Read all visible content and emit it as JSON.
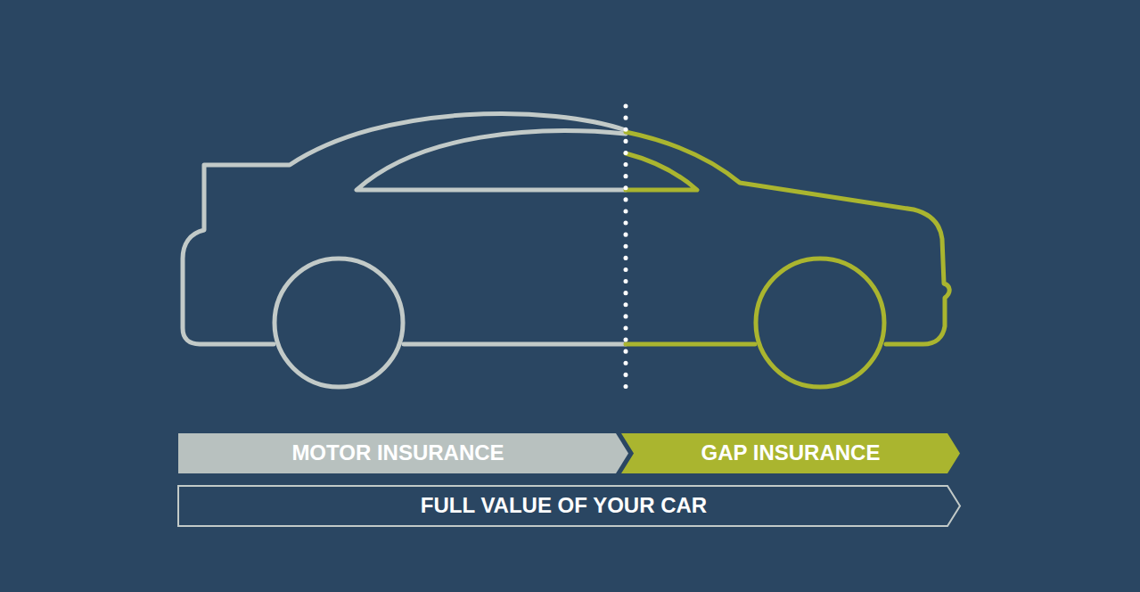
{
  "diagram": {
    "nodes": [
      {
        "text": [
          "MOTOR INSURANCE"
        ]
      },
      {
        "text": [
          "GAP INSURANCE"
        ]
      },
      {
        "text": [
          "FULL VALUE OF YOUR CAR"
        ]
      }
    ]
  }
}
